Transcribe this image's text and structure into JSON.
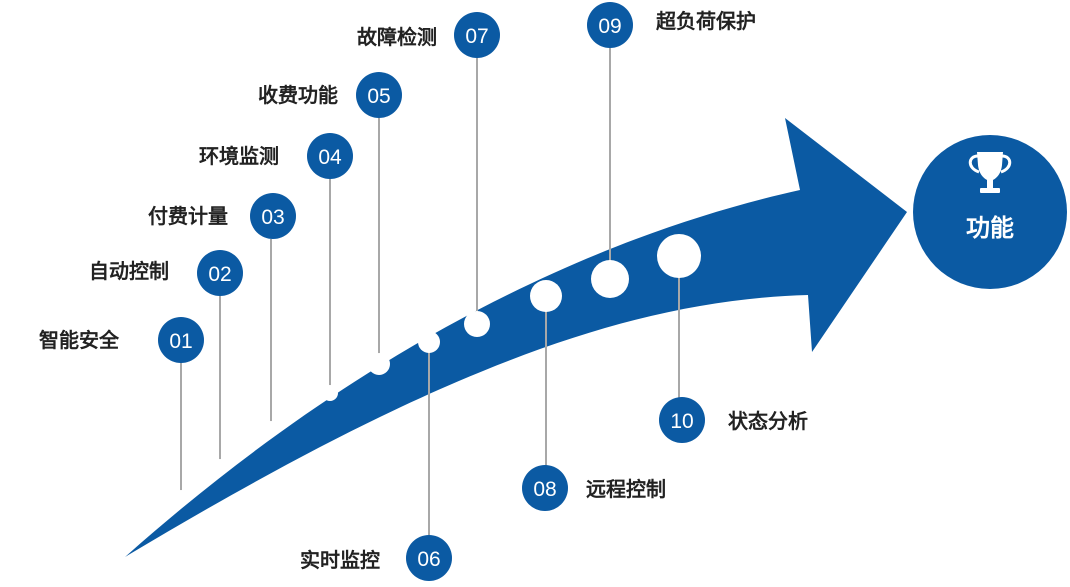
{
  "colors": {
    "primary": "#0b5aa3",
    "connector": "#a8a8a8",
    "label": "#222222",
    "dot": "#ffffff"
  },
  "hub": {
    "title": "功能",
    "icon": "trophy-icon"
  },
  "features": [
    {
      "number": "01",
      "label": "智能安全"
    },
    {
      "number": "02",
      "label": "自动控制"
    },
    {
      "number": "03",
      "label": "付费计量"
    },
    {
      "number": "04",
      "label": "环境监测"
    },
    {
      "number": "05",
      "label": "收费功能"
    },
    {
      "number": "06",
      "label": "实时监控"
    },
    {
      "number": "07",
      "label": "故障检测"
    },
    {
      "number": "08",
      "label": "远程控制"
    },
    {
      "number": "09",
      "label": "超负荷保护"
    },
    {
      "number": "10",
      "label": "状态分析"
    }
  ]
}
